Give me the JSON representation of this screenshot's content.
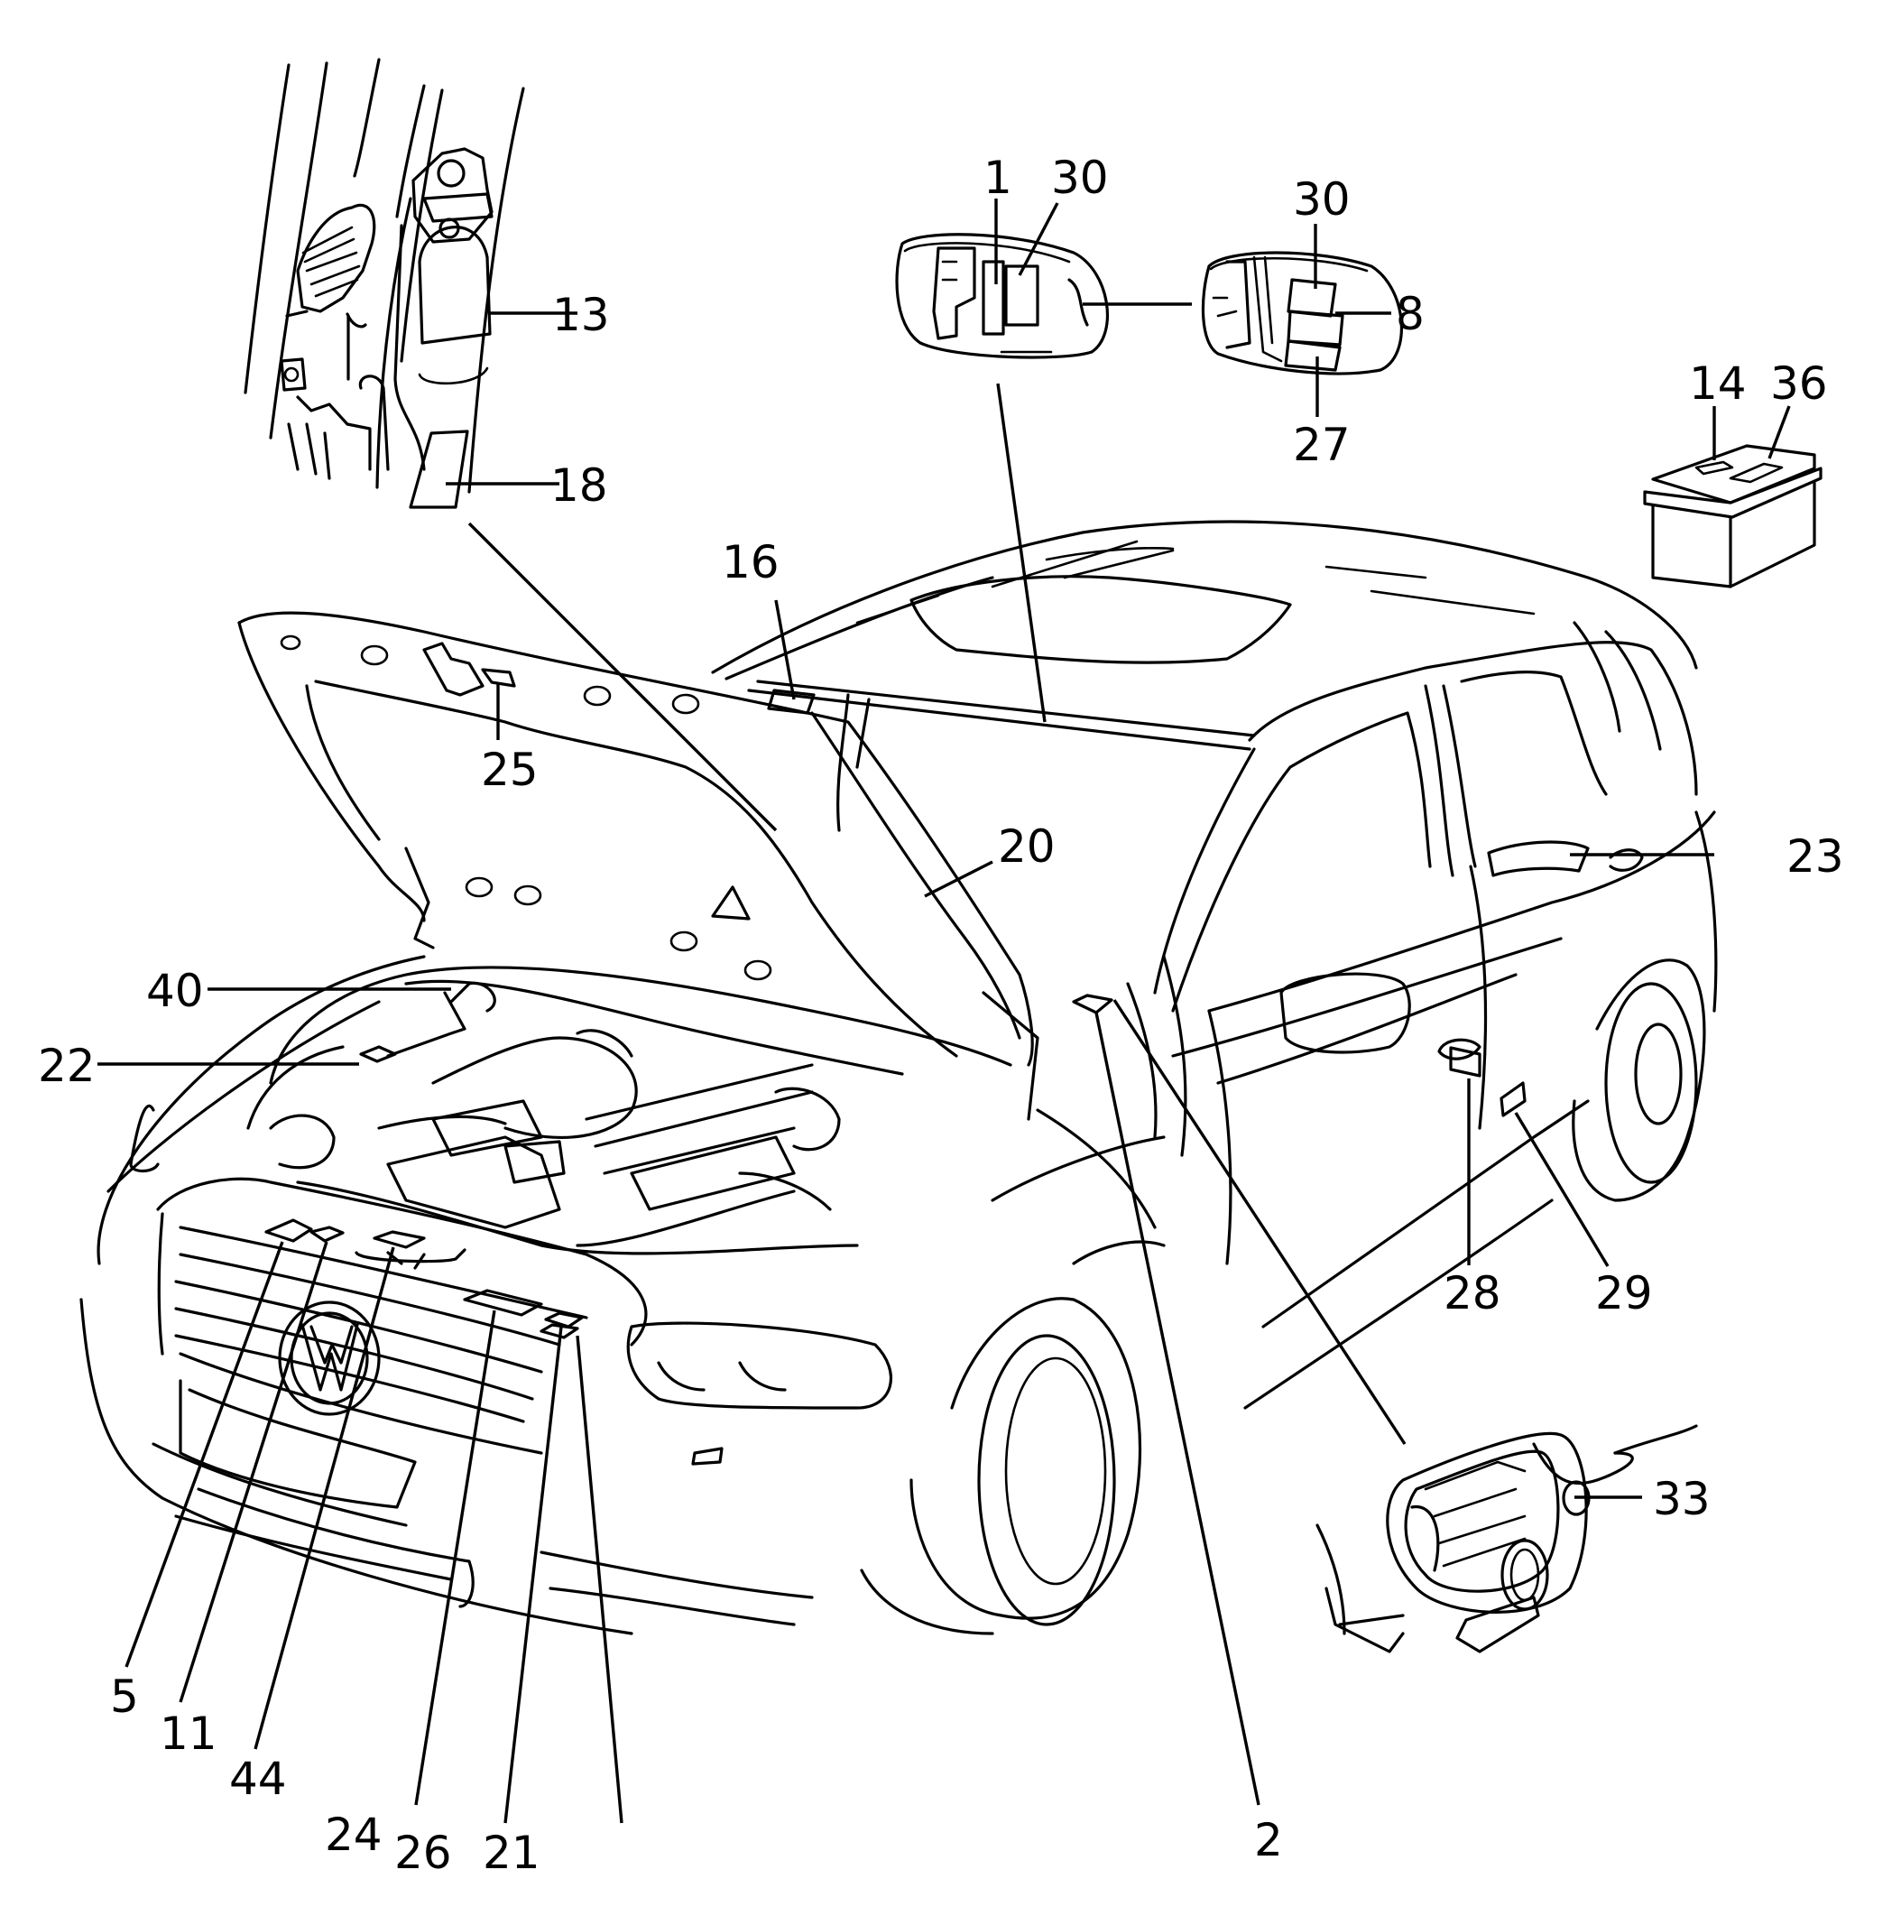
{
  "diagram": {
    "title": "Label / sticker location diagram — vehicle with open hood",
    "line_color": "#000000",
    "background": "#ffffff",
    "insets": [
      {
        "name": "door-pillar-inset",
        "callouts": [
          "13",
          "18"
        ]
      },
      {
        "name": "sun-visor-left-inset",
        "callouts": [
          "1",
          "30"
        ]
      },
      {
        "name": "sun-visor-right-inset",
        "callouts": [
          "30",
          "8",
          "27"
        ]
      },
      {
        "name": "battery-inset",
        "callouts": [
          "14",
          "36"
        ]
      },
      {
        "name": "dashboard-vent-inset",
        "callouts": [
          "33"
        ]
      }
    ],
    "callouts": [
      {
        "id": "c1",
        "label": "1"
      },
      {
        "id": "c30a",
        "label": "30"
      },
      {
        "id": "c30b",
        "label": "30"
      },
      {
        "id": "c8",
        "label": "8"
      },
      {
        "id": "c27",
        "label": "27"
      },
      {
        "id": "c14",
        "label": "14"
      },
      {
        "id": "c36",
        "label": "36"
      },
      {
        "id": "c13",
        "label": "13"
      },
      {
        "id": "c18",
        "label": "18"
      },
      {
        "id": "c16",
        "label": "16"
      },
      {
        "id": "c25",
        "label": "25"
      },
      {
        "id": "c20",
        "label": "20"
      },
      {
        "id": "c23",
        "label": "23"
      },
      {
        "id": "c40",
        "label": "40"
      },
      {
        "id": "c22",
        "label": "22"
      },
      {
        "id": "c28",
        "label": "28"
      },
      {
        "id": "c29",
        "label": "29"
      },
      {
        "id": "c33",
        "label": "33"
      },
      {
        "id": "c5",
        "label": "5"
      },
      {
        "id": "c11",
        "label": "11"
      },
      {
        "id": "c44",
        "label": "44"
      },
      {
        "id": "c24",
        "label": "24"
      },
      {
        "id": "c26",
        "label": "26"
      },
      {
        "id": "c21",
        "label": "21"
      },
      {
        "id": "c2",
        "label": "2"
      }
    ]
  }
}
